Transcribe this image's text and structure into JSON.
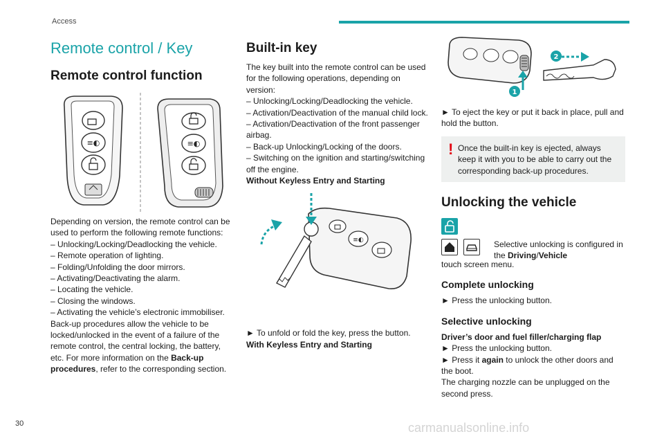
{
  "header": {
    "section_label": "Access",
    "page_number": "30"
  },
  "col1": {
    "title": "Remote control / Key",
    "subtitle": "Remote control function",
    "intro": "Depending on version, the remote control can be used to perform the following remote functions:",
    "functions": [
      "– Unlocking/Locking/Deadlocking the vehicle.",
      "– Remote operation of lighting.",
      "– Folding/Unfolding the door mirrors.",
      "– Activating/Deactivating the alarm.",
      "– Locating the vehicle.",
      "– Closing the windows.",
      "– Activating the vehicle’s electronic immobiliser."
    ],
    "backup_text_1": "Back-up procedures allow the vehicle to be locked/unlocked in the event of a failure of the remote control, the central locking, the battery, etc. For more information on the ",
    "backup_bold": "Back-up procedures",
    "backup_text_2": ", refer to the corresponding section."
  },
  "col2": {
    "title": "Built-in key",
    "intro": "The key built into the remote control can be used for the following operations, depending on version:",
    "operations": [
      "– Unlocking/Locking/Deadlocking the vehicle.",
      "– Activation/Deactivation of the manual child lock.",
      "– Activation/Deactivation of the front passenger airbag.",
      "– Back-up Unlocking/Locking of the doors.",
      "– Switching on the ignition and starting/switching off the engine."
    ],
    "without_keyless": "Without Keyless Entry and Starting",
    "unfold_instruction": "► To unfold or fold the key, press the button.",
    "with_keyless": "With Keyless Entry and Starting"
  },
  "col3": {
    "callout_1": "1",
    "callout_2": "2",
    "eject_instruction": "► To eject the key or put it back in place, pull and hold the button.",
    "warning_mark": "!",
    "warning_text": "Once the built-in key is ejected, always keep it with you to be able to carry out the corresponding back-up procedures.",
    "unlocking_title": "Unlocking the vehicle",
    "selective_config_1": "Selective unlocking is configured in the ",
    "selective_config_bold_1": "Driving",
    "selective_config_slash": "/",
    "selective_config_bold_2": "Vehicle",
    "selective_config_2": " touch screen menu.",
    "complete_title": "Complete unlocking",
    "complete_step": "► Press the unlocking button.",
    "selective_title": "Selective unlocking",
    "driver_door_heading": "Driver’s door and fuel filler/charging flap",
    "selective_step_1": "► Press the unlocking button.",
    "selective_step_2_a": "► Press it ",
    "selective_step_2_bold": "again",
    "selective_step_2_b": " to unlock the other doors and the boot.",
    "charging_note": "The charging nozzle can be unplugged on the second press."
  },
  "colors": {
    "accent": "#1aa3a8",
    "warning": "#e30613",
    "box_bg": "#eef0ef"
  },
  "watermark": "carmanualsonline.info"
}
